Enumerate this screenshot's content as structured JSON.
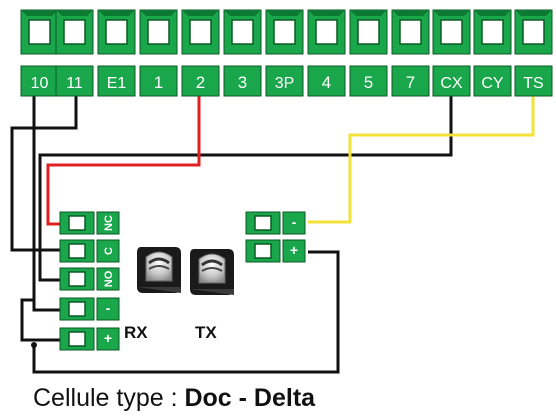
{
  "terminal_block": {
    "labels": [
      "10",
      "11",
      "E1",
      "1",
      "2",
      "3",
      "3P",
      "4",
      "5",
      "7",
      "CX",
      "CY",
      "TS"
    ]
  },
  "rx_block": {
    "label": "RX",
    "terminals": [
      "NC",
      "C",
      "NO",
      "-",
      "+"
    ]
  },
  "tx_block": {
    "label": "TX",
    "terminals": [
      "-",
      "+"
    ]
  },
  "caption": {
    "prefix": "Cellule type : ",
    "model": "Doc - Delta"
  },
  "colors": {
    "terminal_green": "#1aa64a",
    "wire_black": "#111111",
    "wire_red": "#e02020",
    "wire_yellow": "#f2e23a"
  },
  "icons": [
    "photocell-rx-icon",
    "photocell-tx-icon"
  ]
}
